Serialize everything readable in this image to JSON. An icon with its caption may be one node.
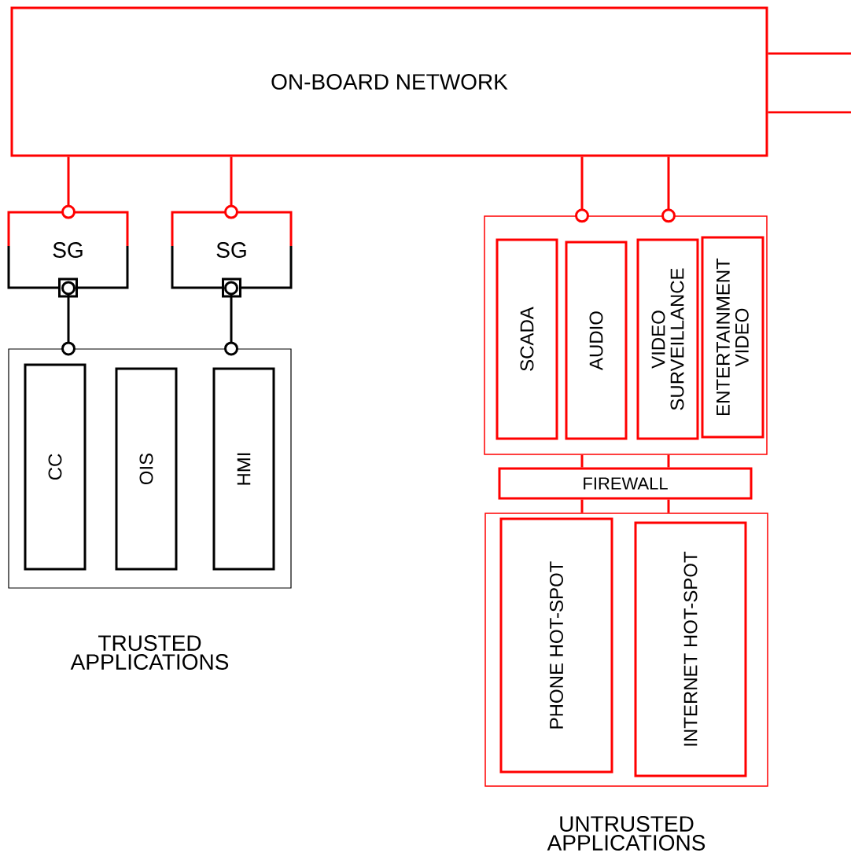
{
  "diagram": {
    "nodes": [
      {
        "text": [
          "ON-BOARD NETWORK"
        ]
      },
      {
        "text": [
          "SG"
        ]
      },
      {
        "text": [
          "SG"
        ]
      },
      {
        "text": [
          "TRUSTED APPLICATIONS"
        ]
      },
      {
        "text": [
          "CC"
        ],
        "in": 3
      },
      {
        "text": [
          "OIS"
        ],
        "in": 3
      },
      {
        "text": [
          "HMI"
        ],
        "in": 3
      },
      {
        "text": [],
        "shape": "box"
      },
      {
        "text": [
          "SCADA"
        ],
        "in": 7
      },
      {
        "text": [
          "AUDIO"
        ],
        "in": 7
      },
      {
        "text": [
          "VIDEO SURVEILLANCE"
        ],
        "in": 7
      },
      {
        "text": [
          "ENTERTAINMENT VIDEO"
        ],
        "in": 7
      },
      {
        "text": [
          "FIREWALL"
        ]
      },
      {
        "text": [
          "UNTRUSTED APPLICATIONS"
        ]
      },
      {
        "text": [
          "PHONE HOT-SPOT"
        ],
        "in": 13
      },
      {
        "text": [
          "INTERNET HOT-SPOT"
        ],
        "in": 13
      }
    ],
    "edges": [
      {
        "from": 0,
        "to": 1,
        "arrow": "other"
      },
      {
        "from": 0,
        "to": 2,
        "arrow": "other"
      },
      {
        "from": 0,
        "to": 7,
        "arrow": "other"
      },
      {
        "from": 0,
        "to": 7,
        "arrow": "other"
      },
      {
        "from": 1,
        "to": 3,
        "arrow": "other",
        "color": "#000000"
      },
      {
        "from": 2,
        "to": 3,
        "arrow": "other",
        "color": "#000000"
      },
      {
        "from": 7,
        "to": 12,
        "arrow": "none"
      },
      {
        "from": 7,
        "to": 12,
        "arrow": "none"
      },
      {
        "from": 12,
        "to": 13,
        "arrow": "none"
      },
      {
        "from": 12,
        "to": 13,
        "arrow": "none"
      },
      {
        "from": 0,
        "to": null,
        "arrow": "none"
      },
      {
        "from": 0,
        "to": null,
        "arrow": "none"
      }
    ]
  }
}
